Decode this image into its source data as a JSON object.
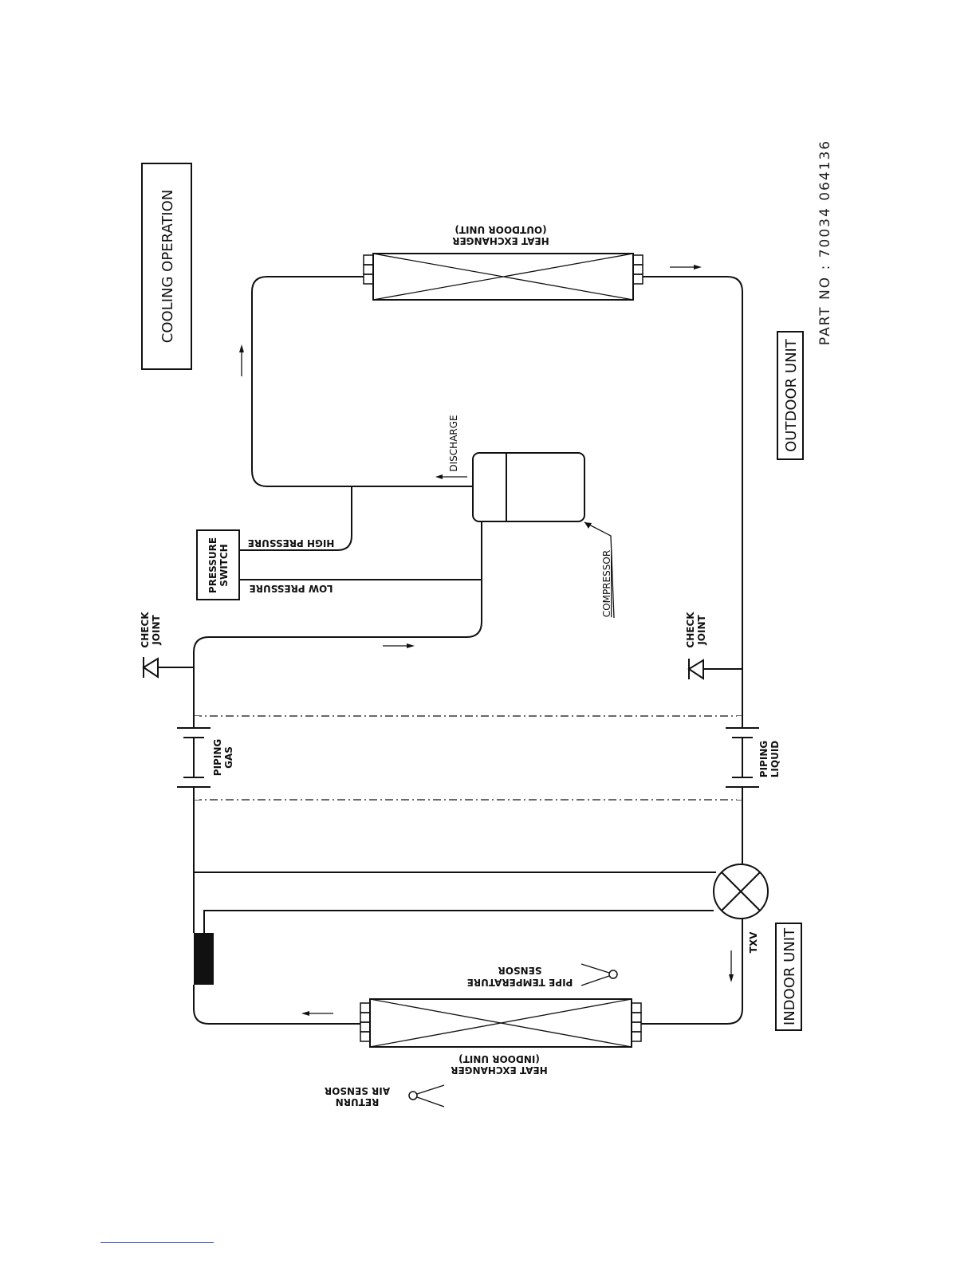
{
  "title": "COOLING OPERATION",
  "part_no": "PART NO : 70034 064136",
  "units": {
    "outdoor": "OUTDOOR UNIT",
    "indoor": "INDOOR UNIT"
  },
  "labels": {
    "outdoor_hx_1": "HEAT EXCHANGER",
    "outdoor_hx_2": "(OUTDOOR UNIT)",
    "indoor_hx_1": "HEAT EXCHANGER",
    "indoor_hx_2": "(INDOOR UNIT)",
    "discharge": "DISCHARGE",
    "compressor": "COMPRESSOR",
    "high_pressure": "HIGH PRESSURE",
    "low_pressure": "LOW PRESSURE",
    "pressure_switch_1": "PRESSURE",
    "pressure_switch_2": "SWITCH",
    "check_joint_1": "CHECK",
    "check_joint_2": "JOINT",
    "piping_gas_1": "PIPING",
    "piping_gas_2": "GAS",
    "piping_liquid_1": "PIPING",
    "piping_liquid_2": "LIQUID",
    "txv": "TXV",
    "pipe_temp_1": "PIPE TEMPERATURE",
    "pipe_temp_2": "SENSOR",
    "return_air_1": "RETURN",
    "return_air_2": "AIR SENSOR"
  },
  "colors": {
    "ink": "#111111",
    "footer_rule": "#3050c8"
  }
}
